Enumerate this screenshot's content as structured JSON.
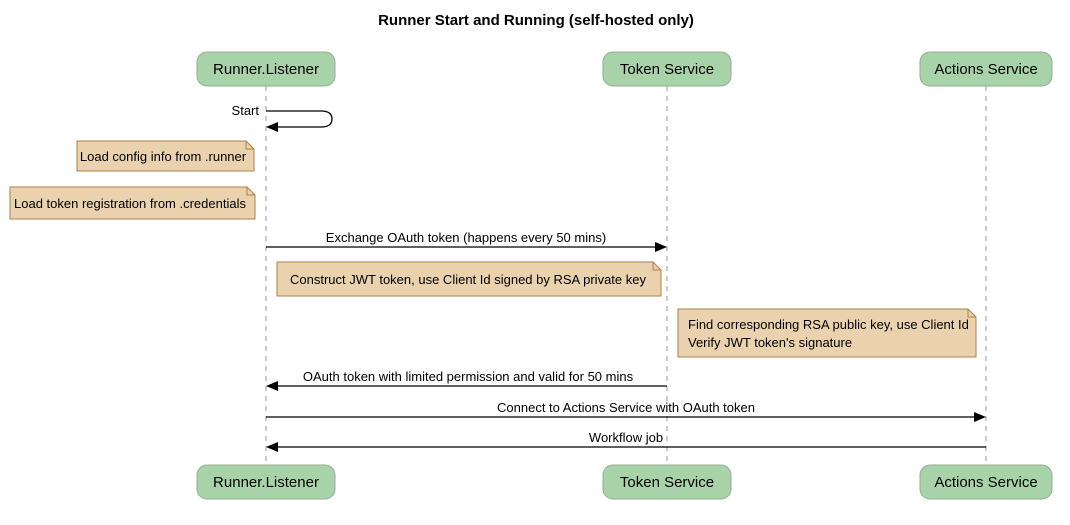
{
  "title": "Runner Start and Running (self-hosted only)",
  "colors": {
    "participant_fill": "#a8d3a8",
    "participant_border": "#93ae93",
    "note_fill": "#ebd2af",
    "note_border": "#ae8047",
    "lifeline": "#999999",
    "arrow": "#000000",
    "background": "#ffffff"
  },
  "participants": [
    {
      "name": "Runner.Listener"
    },
    {
      "name": "Token Service"
    },
    {
      "name": "Actions Service"
    }
  ],
  "self_message": {
    "label": "Start"
  },
  "notes": [
    {
      "text": "Load config info from .runner"
    },
    {
      "text": "Load token registration from .credentials"
    },
    {
      "text": "Construct JWT token, use Client Id signed by RSA private key"
    },
    {
      "lines": [
        "Find corresponding RSA public key, use Client Id",
        "Verify JWT token's signature"
      ]
    }
  ],
  "messages": [
    {
      "label": "Exchange OAuth token (happens every 50 mins)",
      "from": "Runner.Listener",
      "to": "Token Service"
    },
    {
      "label": "OAuth token with limited permission and valid for 50 mins",
      "from": "Token Service",
      "to": "Runner.Listener"
    },
    {
      "label": "Connect to Actions Service with OAuth token",
      "from": "Runner.Listener",
      "to": "Actions Service"
    },
    {
      "label": "Workflow job",
      "from": "Actions Service",
      "to": "Runner.Listener"
    }
  ]
}
